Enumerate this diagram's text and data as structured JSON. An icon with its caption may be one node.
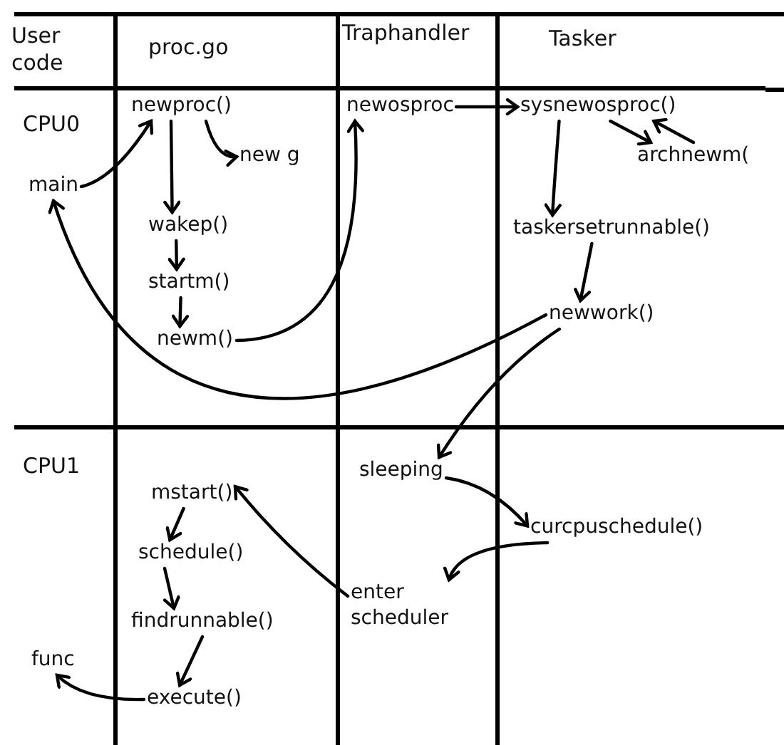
{
  "diagram": {
    "nodes": [
      {
        "text": [
          "main"
        ]
      },
      {
        "text": [
          "newproc()"
        ]
      },
      {
        "text": [
          "new g"
        ]
      },
      {
        "text": [
          "wakep()"
        ]
      },
      {
        "text": [
          "startm()"
        ]
      },
      {
        "text": [
          "newm()"
        ]
      },
      {
        "text": [
          "newosproc"
        ]
      },
      {
        "text": [
          "sysnewosproc()"
        ]
      },
      {
        "text": [
          "archnewm("
        ]
      },
      {
        "text": [
          "taskersetrunnable()"
        ]
      },
      {
        "text": [
          "newwork()"
        ]
      },
      {
        "text": [
          "sleeping"
        ]
      },
      {
        "text": [
          "mstart()"
        ]
      },
      {
        "text": [
          "curcpuschedule()"
        ]
      },
      {
        "text": [
          "schedule()"
        ]
      },
      {
        "text": [
          "enter scheduler"
        ]
      },
      {
        "text": [
          "findrunnable()"
        ]
      },
      {
        "text": [
          "func"
        ]
      },
      {
        "text": [
          "execute()"
        ]
      }
    ],
    "edges": [
      {
        "from": 0,
        "to": 1,
        "arrow": "to"
      },
      {
        "from": 1,
        "to": 2,
        "arrow": "to"
      },
      {
        "from": 1,
        "to": 3,
        "arrow": "to"
      },
      {
        "from": 3,
        "to": 4,
        "arrow": "to"
      },
      {
        "from": 4,
        "to": 5,
        "arrow": "to"
      },
      {
        "from": 5,
        "to": 6,
        "arrow": "to"
      },
      {
        "from": 6,
        "to": 7,
        "arrow": "to"
      },
      {
        "from": 7,
        "to": 8,
        "arrow": "to"
      },
      {
        "from": 8,
        "to": 7,
        "arrow": "to"
      },
      {
        "from": 7,
        "to": 9,
        "arrow": "to"
      },
      {
        "from": 9,
        "to": 10,
        "arrow": "to"
      },
      {
        "from": 10,
        "to": 0,
        "arrow": "to"
      },
      {
        "from": 10,
        "to": 11,
        "arrow": "to"
      },
      {
        "from": 11,
        "to": 13,
        "arrow": "to"
      },
      {
        "from": 13,
        "to": 15,
        "arrow": "to"
      },
      {
        "from": 15,
        "to": 12,
        "arrow": "to"
      },
      {
        "from": 12,
        "to": 14,
        "arrow": "to"
      },
      {
        "from": 14,
        "to": 16,
        "arrow": "to"
      },
      {
        "from": 16,
        "to": 18,
        "arrow": "to"
      },
      {
        "from": 18,
        "to": 17,
        "arrow": "to"
      }
    ],
    "labels": [
      "User code",
      "proc.go",
      "Traphandler",
      "Tasker",
      "CPU0",
      "CPU1"
    ]
  }
}
